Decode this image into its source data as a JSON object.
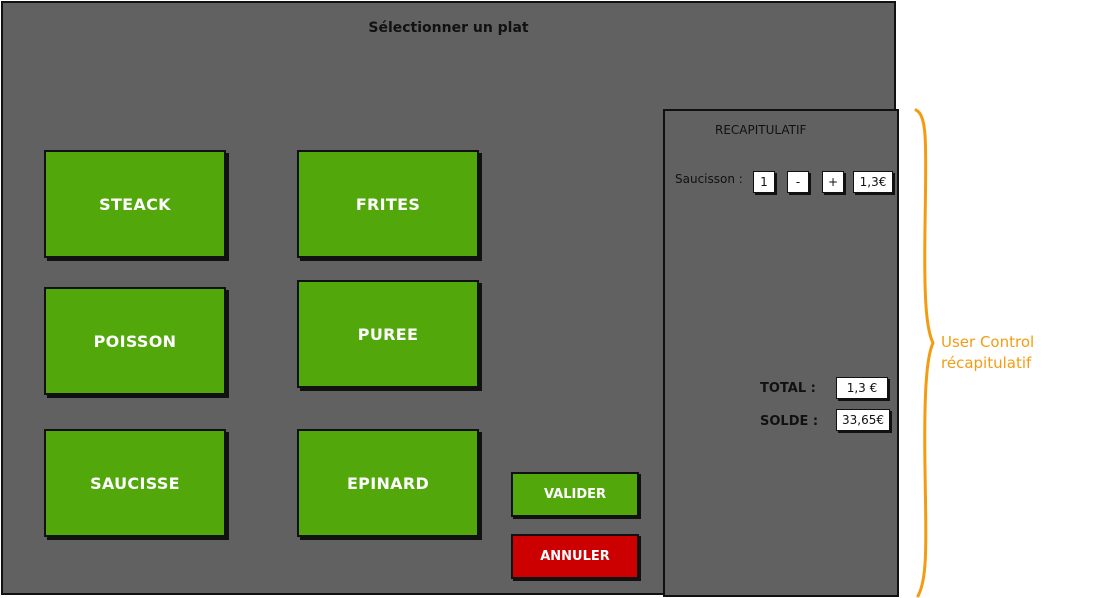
{
  "screen": {
    "title": "Sélectionner un plat"
  },
  "dishes": [
    {
      "label": "STEACK"
    },
    {
      "label": "FRITES"
    },
    {
      "label": "POISSON"
    },
    {
      "label": "PUREE"
    },
    {
      "label": "SAUCISSE"
    },
    {
      "label": "EPINARD"
    }
  ],
  "actions": {
    "validate": {
      "label": "VALIDER",
      "color": "#52a70b"
    },
    "cancel": {
      "label": "ANNULER",
      "color": "#cc0000"
    }
  },
  "recap": {
    "title": "RECAPITULATIF",
    "items": [
      {
        "label": "Saucisson :",
        "quantity": "1",
        "decrement": "-",
        "increment": "+",
        "price": "1,3€"
      }
    ],
    "total_label": "TOTAL :",
    "total_value": "1,3 €",
    "balance_label": "SOLDE :",
    "balance_value": "33,65€"
  },
  "annotation": {
    "line1": "User Control",
    "line2": "récapitulatif",
    "color": "#f39c12"
  }
}
